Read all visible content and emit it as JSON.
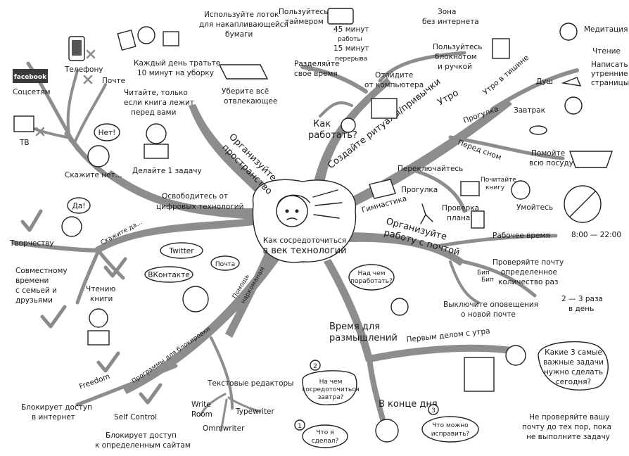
{
  "center": {
    "title_line1": "Как сосредоточиться",
    "title_line2": "в век технологий"
  },
  "branches": {
    "organize_space": {
      "title_line1": "Организуйте",
      "title_line2": "пространство"
    },
    "digital_free": {
      "title_line1": "Освободитесь от",
      "title_line2": "цифровых технологий"
    },
    "how_work": {
      "title_line1": "Как",
      "title_line2": "работать?"
    },
    "rituals": {
      "title": "Создайте ритуалы/привычки"
    },
    "mail": {
      "title_line1": "Организуйте",
      "title_line2": "работу с почтой"
    },
    "addicts": {
      "title_line1": "Помощь",
      "title_line2": "наркоманам"
    },
    "reflection": {
      "title_line1": "Время для",
      "title_line2": "размышлений"
    },
    "blockers": {
      "title": "Программы для блокировки"
    }
  },
  "say_no": {
    "title": "Скажите нет...",
    "bubble": "Нет!",
    "items": {
      "facebook_logo": "facebook",
      "social": "Соцсетям",
      "phone": "Телефону",
      "mail": "Почте",
      "tv": "ТВ"
    }
  },
  "say_yes": {
    "title": "Скажите да...",
    "bubble": "Да!",
    "items": {
      "creativity": "Творчеству",
      "family": [
        "Совместному",
        "времени",
        "с семьей и",
        "друзьями"
      ],
      "reading": [
        "Чтению",
        "книги"
      ]
    }
  },
  "space": {
    "cleanup": [
      "Каждый день тратьте",
      "10 минут на уборку"
    ],
    "tray": [
      "Используйте лоток",
      "для накапливающейся",
      "бумаги"
    ],
    "remove": [
      "Уберите всё",
      "отвлекающее"
    ],
    "read": [
      "Читайте, только",
      "если книга лежит",
      "перед вами"
    ],
    "one_task": "Делайте 1 задачу"
  },
  "work": {
    "timer": [
      "Пользуйтесь",
      "таймером"
    ],
    "split": [
      "Разделяйте",
      "своё время"
    ],
    "minutes": [
      "45 минут",
      "работы",
      "15 минут",
      "перерыва"
    ],
    "offline": [
      "Зона",
      "без интернета"
    ],
    "notebook": [
      "Пользуйтесь",
      "блокнотом",
      "и ручкой"
    ],
    "away": [
      "Отойдите",
      "от компьютера"
    ]
  },
  "rituals": {
    "morning": "Утро",
    "silence": "Утро в тишине",
    "meditation": "Медитация",
    "reading": "Чтение",
    "pages": [
      "Написать",
      "утренние",
      "страницы"
    ],
    "shower": "Душ",
    "walk": "Прогулка",
    "breakfast": "Завтрак",
    "before_sleep": "Перед сном",
    "dishes": [
      "Помойте",
      "всю посуду"
    ],
    "book": [
      "Почитайте",
      "книгу"
    ],
    "wash": "Умойтесь",
    "switch": "Переключайтесь",
    "walk2": "Прогулка",
    "gym": "Гимнастика",
    "plan": [
      "Проверка",
      "плана"
    ]
  },
  "mail": {
    "work_time": "Рабочее время",
    "hours": "8:00 — 22:00",
    "check": [
      "Проверяйте почту",
      "определенное",
      "количество раз"
    ],
    "times": [
      "2 — 3 раза",
      "в день"
    ],
    "notify": [
      "Выключите оповещения",
      "о новой почте"
    ],
    "bubble": "Бип",
    "bubble2": "Бип"
  },
  "addicts": {
    "twitter": "Twitter",
    "mail": "Почта",
    "vk": "ВКонтакте",
    "question": [
      "Над чем",
      "поработать?"
    ]
  },
  "blockers": {
    "freedom": "Freedom",
    "freedom_desc": [
      "Блокирует доступ",
      "в интернет"
    ],
    "selfcontrol": "Self Control",
    "selfcontrol_desc": [
      "Блокирует доступ",
      "к определенным сайтам"
    ],
    "editors": "Текстовые редакторы",
    "writeroom": [
      "Write",
      "Room"
    ],
    "typewriter": "Typewriter",
    "ommwriter": "Ommwriter"
  },
  "reflection": {
    "first": "Первым делом с утра",
    "question": [
      "Какие 3 самые",
      "важные задачи",
      "нужно сделать",
      "сегодня?"
    ],
    "mail_note": [
      "Не проверяйте вашу",
      "почту до тех пор, пока",
      "не выполните задачу"
    ],
    "evening": "В конце дня",
    "q1_num": "1",
    "q1": [
      "Что я",
      "сделал?"
    ],
    "q2_num": "2",
    "q2": [
      "На чем",
      "сосредоточиться",
      "завтра?"
    ],
    "q3_num": "3",
    "q3": [
      "Что можно",
      "исправить?"
    ]
  }
}
